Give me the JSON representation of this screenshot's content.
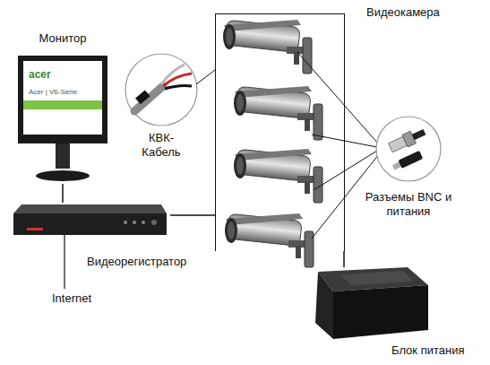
{
  "diagram": {
    "nodes": [
      {
        "text": [
          "Монитор"
        ]
      },
      {
        "text": [
          "Видеорегистратор"
        ]
      },
      {
        "text": [
          "Видеокамера"
        ]
      },
      {
        "text": [
          "Блок питания"
        ]
      },
      {
        "text": [
          "КВК-Кабель"
        ]
      },
      {
        "text": [
          "Разъемы BNC и питания"
        ]
      }
    ],
    "edges": [
      {
        "from": 0,
        "to": 1,
        "arrow": "none"
      },
      {
        "from": 1,
        "to": 2,
        "arrow": "none"
      },
      {
        "from": 2,
        "to": 3,
        "arrow": "none"
      }
    ],
    "labels": [
      "acer",
      "Acer | V6-Serie",
      "Internet"
    ]
  }
}
